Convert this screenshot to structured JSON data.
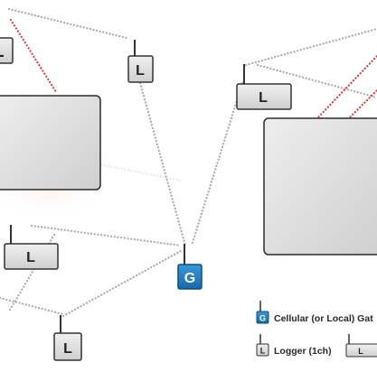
{
  "diagram": {
    "node_letters": {
      "logger": "L",
      "gateway": "G"
    },
    "legend": {
      "gateway_label": "Cellular (or Local) Gat",
      "logger_label": "Logger (1ch)"
    },
    "colors": {
      "gateway_fill": "#1f7fc4",
      "gateway_stroke": "#0c4f80",
      "logger_fill": "#e4e4e4",
      "building_fill": "#dedede",
      "wireless_link": "#a7a7a7",
      "blocked_link": "#e23a3a"
    },
    "icons": {
      "logger": "logger-device-icon",
      "gateway": "gateway-device-icon",
      "building": "building-block"
    }
  }
}
